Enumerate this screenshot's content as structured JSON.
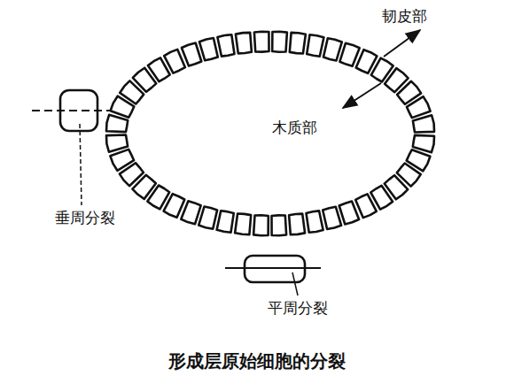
{
  "diagram": {
    "caption": "形成层原始细胞的分裂",
    "labels": [
      "韧皮部",
      "木质部",
      "垂周分裂",
      "平周分裂"
    ]
  }
}
